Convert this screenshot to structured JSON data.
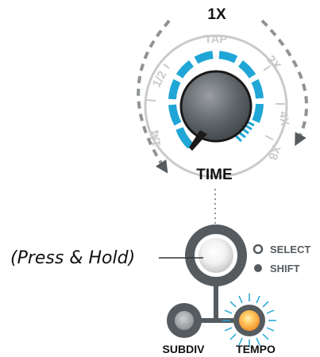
{
  "knob": {
    "top_label": "1X",
    "main_label": "TIME",
    "tick_labels": {
      "tap": "TAP",
      "half": "1/2",
      "quarter": "1/4",
      "two_x": "2X",
      "four_x": "4X",
      "eight_x": "X8"
    }
  },
  "annotation": {
    "press_hold": "(Press & Hold)"
  },
  "legend": {
    "select": "SELECT",
    "shift": "SHIFT"
  },
  "buttons": {
    "subdiv_label": "SUBDIV",
    "tempo_label": "TEMPO"
  },
  "colors": {
    "accent_blue": "#1fa6d6",
    "dark_gray": "#555b5f",
    "mid_gray": "#8f9396",
    "light_gray": "#c8cacc",
    "tempo_orange": "#f6922a",
    "black": "#111111"
  }
}
